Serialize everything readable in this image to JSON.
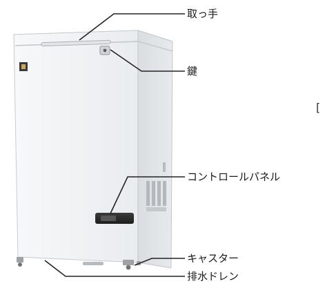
{
  "labels": {
    "handle": "取っ手",
    "key": "鍵",
    "control_panel": "コントロールパネル",
    "caster": "キャスター",
    "drain": "排水ドレン"
  },
  "edge_mark": "[",
  "colors": {
    "cabinet_front": "#eef1f4",
    "cabinet_side": "#dfe3e6",
    "lid_top": "#f6f7f8",
    "panel_dark": "#2b2b2b",
    "leader_line": "#222222"
  }
}
